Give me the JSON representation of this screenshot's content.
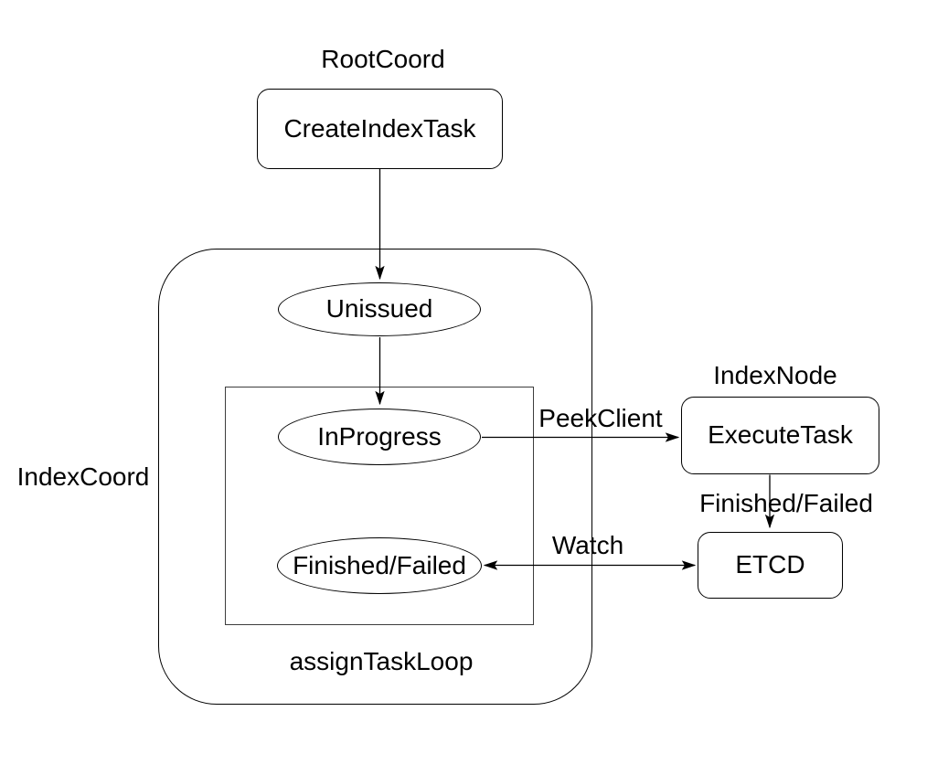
{
  "diagram": {
    "background_color": "#ffffff",
    "stroke_color": "#000000",
    "text_color": "#000000",
    "labels": {
      "root_coord": "RootCoord",
      "index_node": "IndexNode",
      "index_coord": "IndexCoord",
      "assign_task_loop": "assignTaskLoop"
    },
    "nodes": {
      "create_index_task": "CreateIndexTask",
      "unissued": "Unissued",
      "in_progress": "InProgress",
      "finished_failed_state": "Finished/Failed",
      "execute_task": "ExecuteTask",
      "etcd": "ETCD"
    },
    "edges": [
      {
        "from": "create_index_task",
        "to": "unissued",
        "label": "",
        "direction": "down"
      },
      {
        "from": "unissued",
        "to": "in_progress",
        "label": "",
        "direction": "down"
      },
      {
        "from": "in_progress",
        "to": "execute_task",
        "label": "PeekClient",
        "direction": "right"
      },
      {
        "from": "execute_task",
        "to": "etcd",
        "label": "Finished/Failed",
        "direction": "down"
      },
      {
        "from": "finished_failed_state",
        "to": "etcd",
        "label": "Watch",
        "direction": "both"
      }
    ]
  }
}
